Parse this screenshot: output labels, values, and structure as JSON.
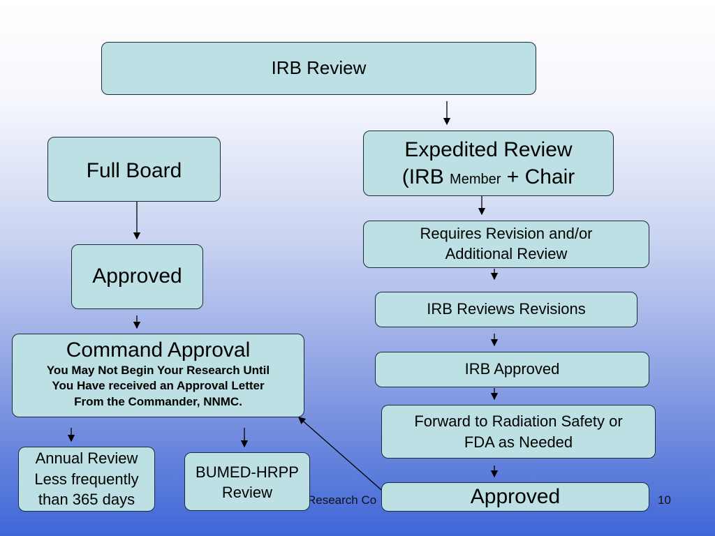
{
  "diagram": {
    "irb_review": "IRB Review",
    "full_board": "Full Board",
    "approved_left": "Approved",
    "command_approval": {
      "title": "Command Approval",
      "line1": "You May Not Begin Your Research Until",
      "line2": "You Have received an Approval Letter",
      "line3": "From the Commander, NNMC."
    },
    "annual_review": {
      "line1": "Annual Review",
      "line2": "Less frequently",
      "line3": "than 365 days"
    },
    "bumed": {
      "line1": "BUMED-HRPP",
      "line2": "Review"
    },
    "expedited": {
      "line1": "Expedited Review",
      "line2_a": "(IRB",
      "line2_b": "Member",
      "line2_c": "+ Chair"
    },
    "requires_revision": {
      "line1": "Requires Revision and/or",
      "line2": "Additional Review"
    },
    "irb_reviews_revisions": "IRB Reviews Revisions",
    "irb_approved": "IRB Approved",
    "forward": {
      "line1": "Forward to Radiation Safety or",
      "line2": "FDA as Needed"
    },
    "approved_right": "Approved"
  },
  "footer": {
    "text_fragment": "Research Co",
    "page_number": "10"
  }
}
